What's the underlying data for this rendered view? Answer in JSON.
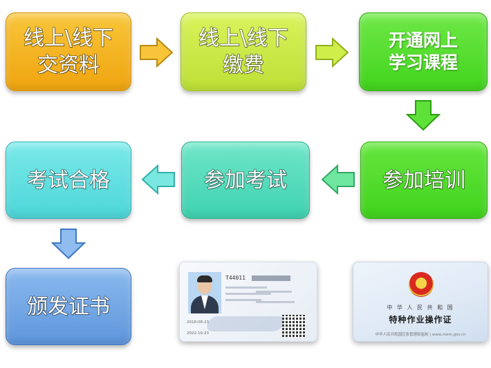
{
  "steps": [
    {
      "id": "submit",
      "lines": [
        "线上\\线下",
        "交资料"
      ]
    },
    {
      "id": "pay",
      "lines": [
        "线上\\线下",
        "缴费"
      ]
    },
    {
      "id": "course",
      "lines": [
        "开通网上",
        "学习课程"
      ]
    },
    {
      "id": "training",
      "lines": [
        "参加培训"
      ]
    },
    {
      "id": "exam",
      "lines": [
        "参加考试"
      ]
    },
    {
      "id": "pass",
      "lines": [
        "考试合格"
      ]
    },
    {
      "id": "certificate",
      "lines": [
        "颁发证书"
      ]
    }
  ],
  "card1": {
    "id_number": "T44011",
    "issue_dates": [
      "2018-08-23",
      "2022-10-23"
    ]
  },
  "card2": {
    "country": "中 华 人 民 共 和 国",
    "title": "特种作业操作证",
    "footer": "中华人民共和国应急管理部监制 | www.mem.gov.cn"
  },
  "colors": {
    "orange": "#f5b11a",
    "lime": "#cbeb45",
    "green": "#52de2a",
    "teal": "#4fdcbf",
    "cyan": "#5fe1e2",
    "blue": "#74a8e4"
  }
}
